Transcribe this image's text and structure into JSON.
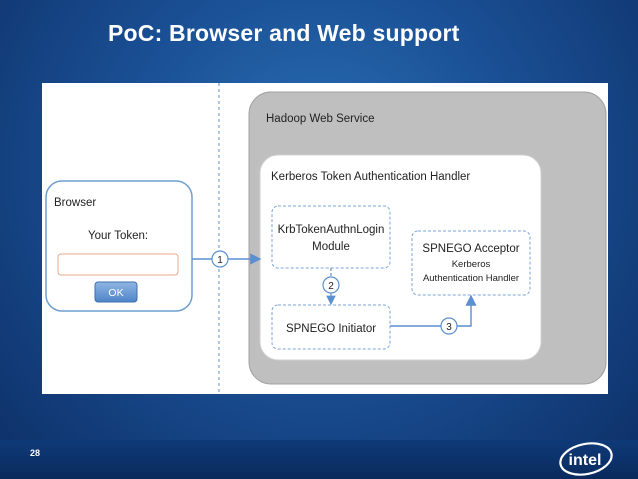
{
  "title": "PoC: Browser and Web support",
  "page_number": "28",
  "logo_text": "intel",
  "browser": {
    "label": "Browser",
    "token_label": "Your Token:",
    "token_value": "",
    "ok_label": "OK"
  },
  "web_service": {
    "label": "Hadoop Web Service",
    "handler_label": "Kerberos Token Authentication Handler",
    "login_module_line1": "KrbTokenAuthnLogin",
    "login_module_line2": "Module",
    "initiator_label": "SPNEGO Initiator",
    "acceptor_title": "SPNEGO Acceptor",
    "acceptor_line1": "Kerberos",
    "acceptor_line2": "Authentication Handler"
  },
  "steps": [
    "1",
    "2",
    "3"
  ],
  "colors": {
    "background": "#1a4f94",
    "browser_border": "#6e9fd0",
    "dashed_border": "#7aa6d6",
    "service_fill": "#bfbfbf",
    "ok_button": "#5b8fcf",
    "arrow": "#5b8fcf"
  }
}
